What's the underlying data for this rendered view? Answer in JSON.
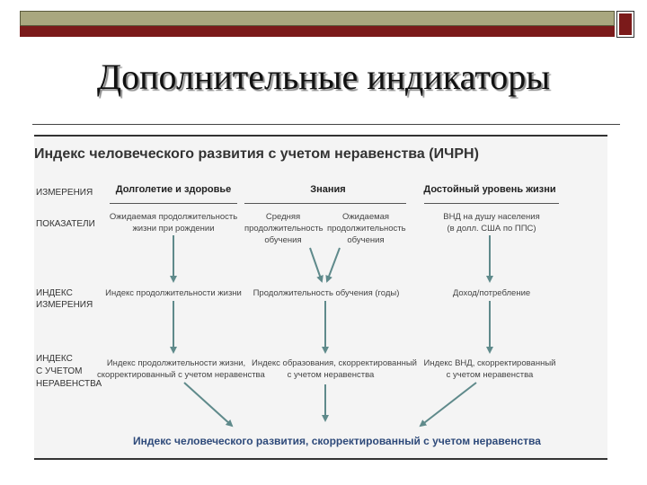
{
  "slide": {
    "title": "Дополнительные индикаторы"
  },
  "diagram": {
    "heading": "Индекс человеческого развития с учетом неравенства (ИЧРН)",
    "row_labels": {
      "dimensions": "ИЗМЕРЕНИЯ",
      "indicators": "ПОКАЗАТЕЛИ",
      "index_1": "ИНДЕКС",
      "index_2": "ИЗМЕРЕНИЯ",
      "ineq_1": "ИНДЕКС",
      "ineq_2": "С УЧЕТОМ",
      "ineq_3": "НЕРАВЕНСТВА"
    },
    "columns": {
      "health": {
        "dimension": "Долголетие и здоровье",
        "indicator_1": "Ожидаемая продолжительность",
        "indicator_2": "жизни при рождении",
        "index": "Индекс продолжительности жизни",
        "adjusted_1": "Индекс продолжительности жизни,",
        "adjusted_2": "скорректированный с учетом неравенства"
      },
      "knowledge": {
        "dimension": "Знания",
        "indicator_a_1": "Средняя",
        "indicator_a_2": "продолжительность",
        "indicator_a_3": "обучения",
        "indicator_b_1": "Ожидаемая",
        "indicator_b_2": "продолжительность",
        "indicator_b_3": "обучения",
        "index": "Продолжительность обучения (годы)",
        "adjusted_1": "Индекс образования, скорректированный",
        "adjusted_2": "с учетом неравенства"
      },
      "living": {
        "dimension": "Достойный уровень жизни",
        "indicator_1": "ВНД на душу населения",
        "indicator_2": "(в долл. США по ППС)",
        "index": "Доход/потребление",
        "adjusted_1": "Индекс ВНД, скорректированный",
        "adjusted_2": "с учетом неравенства"
      }
    },
    "result": "Индекс человеческого развития, скорректированный с учетом неравенства",
    "colors": {
      "arrow": "#5f8a8b",
      "result_text": "#2e4a7a",
      "maroon": "#7b1a1a",
      "olive": "#a9a77f"
    }
  }
}
